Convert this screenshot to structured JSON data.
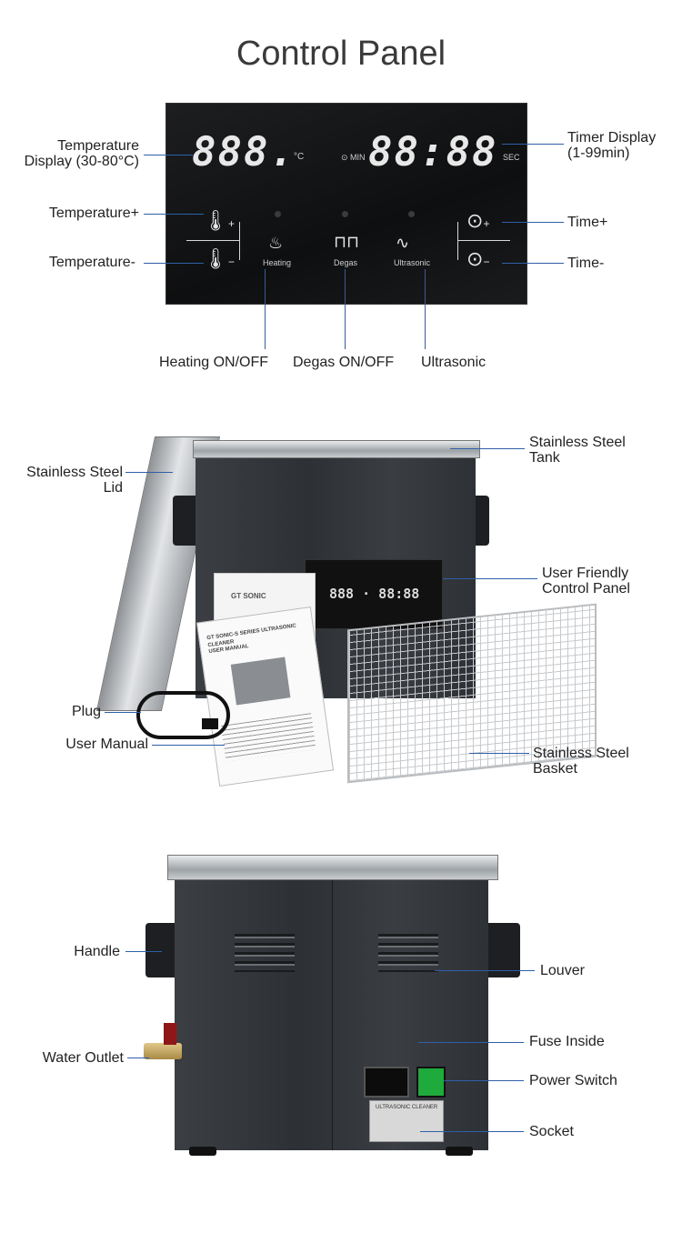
{
  "title": "Control Panel",
  "control_panel": {
    "labels": {
      "temperature_display": "Temperature\nDisplay (30-80°C)",
      "temp_display_line1": "Temperature",
      "temp_display_line2": "Display (30-80°C)",
      "timer_display_line1": "Timer Display",
      "timer_display_line2": "(1-99min)",
      "temperature_plus": "Temperature+",
      "temperature_minus": "Temperature-",
      "time_plus": "Time+",
      "time_minus": "Time-",
      "heating": "Heating ON/OFF",
      "degas": "Degas ON/OFF",
      "ultrasonic": "Ultrasonic"
    },
    "panel_text": {
      "temp_digits": "888.",
      "temp_unit": "°C",
      "min_label": "MIN",
      "timer_digits": "88:88",
      "sec_label": "SEC",
      "heating": "Heating",
      "degas": "Degas",
      "ultrasonic": "Ultrasonic"
    }
  },
  "front_view": {
    "labels": {
      "lid_line1": "Stainless Steel",
      "lid_line2": "Lid",
      "tank_line1": "Stainless Steel",
      "tank_line2": "Tank",
      "panel_line1": "User Friendly",
      "panel_line2": "Control Panel",
      "plug": "Plug",
      "manual": "User Manual",
      "basket_line1": "Stainless Steel",
      "basket_line2": "Basket"
    },
    "product_text": {
      "brand": "GT SONIC",
      "manual_title": "GT SONIC-S SERIES ULTRASONIC CLEANER",
      "manual_sub": "USER MANUAL"
    }
  },
  "back_view": {
    "labels": {
      "handle": "Handle",
      "louver": "Louver",
      "water_outlet": "Water Outlet",
      "fuse_inside": "Fuse Inside",
      "power_switch": "Power Switch",
      "socket": "Socket"
    },
    "product_text": {
      "nameplate": "ULTRASONIC CLEANER"
    }
  },
  "colors": {
    "leader_line": "#2f5fa8",
    "panel_bg": "#111213",
    "tank_dark": "#2d3035"
  }
}
